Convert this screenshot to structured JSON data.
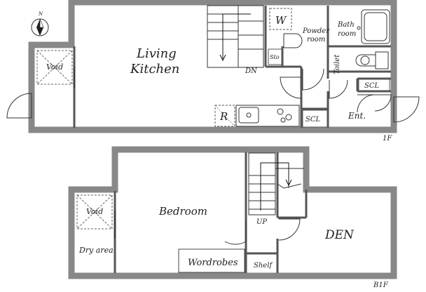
{
  "plan": {
    "floors": [
      {
        "id": "1f",
        "label": "1F"
      },
      {
        "id": "b1f",
        "label": "B1F"
      }
    ],
    "compass_north": "N",
    "rooms_1f": {
      "living_line1": "Living",
      "living_line2": "Kitchen",
      "void": "Void",
      "washer": "W",
      "powder_line1": "Powder",
      "powder_line2": "room",
      "bath_line1": "Bath",
      "bath_line2": "room",
      "toilet": "Toilet",
      "storage": "Sto",
      "stairs_down": "DN",
      "shoe_closet_1": "SCL",
      "shoe_closet_2": "SCL",
      "entrance": "Ent.",
      "refrigerator": "R"
    },
    "rooms_b1f": {
      "bedroom": "Bedroom",
      "void": "Void",
      "dry_area": "Dry area",
      "wardrobes": "Wordrobes",
      "shelf": "Shelf",
      "stairs_up": "UP",
      "den": "DEN"
    }
  }
}
